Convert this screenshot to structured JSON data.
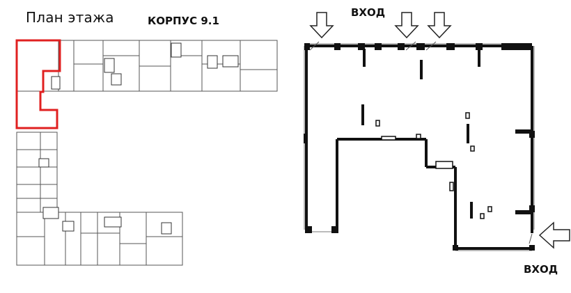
{
  "floor_plan_label": "План этажа",
  "building_label": "КОРПУС 9.1",
  "entrance_label_top": "ВХОД",
  "entrance_label_bottom": "ВХОД",
  "colors": {
    "highlight": "#e02020",
    "wall": "#111111",
    "thin_line": "#444444",
    "arrow_fill": "#ffffff"
  },
  "icons": [
    "entrance-arrow-down-icon",
    "entrance-arrow-left-icon"
  ]
}
